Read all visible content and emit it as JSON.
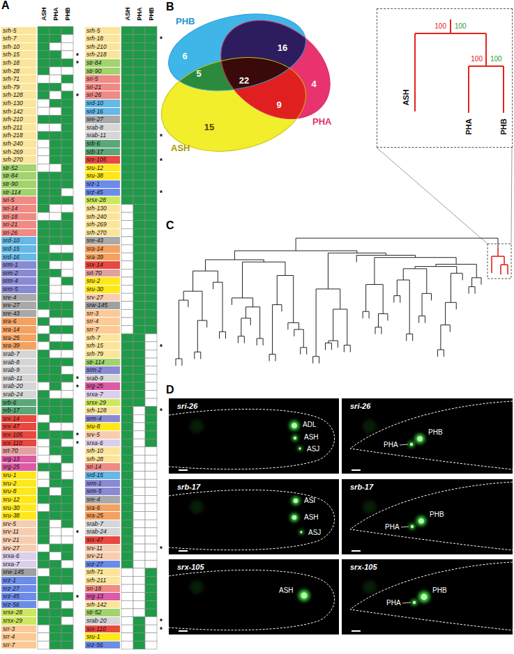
{
  "diagram": {
    "nodes": [
      {
        "text": [
          "PHB"
        ]
      },
      {
        "text": [
          "PHA"
        ]
      },
      {
        "text": [
          "ASH"
        ]
      },
      {
        "text": [
          "100",
          "100",
          "100",
          "100",
          "ASH",
          "PHA",
          "PHB"
        ]
      },
      {
        "text": [
          "sri-26",
          "ADL",
          "ASH",
          "ASJ"
        ]
      },
      {
        "text": [
          "sri-26",
          "PHA",
          "PHB"
        ]
      },
      {
        "text": [
          "srb-17",
          "ASI",
          "ASH",
          "ASJ"
        ]
      },
      {
        "text": [
          "srb-17",
          "PHA",
          "PHB"
        ]
      },
      {
        "text": [
          "srx-105",
          "ASH"
        ]
      },
      {
        "text": [
          "srx-105",
          "PHA",
          "PHB"
        ]
      }
    ],
    "labels": [
      "A",
      "ASH",
      "PHA",
      "PHB",
      "ASH",
      "PHA",
      "PHB",
      "srh-5",
      "srh-7",
      "srh-10",
      "srh-15",
      "srh-18",
      "srh-28",
      "srh-71",
      "srh-79",
      "srh-128",
      "srh-130",
      "srh-142",
      "srh-210",
      "srh-211",
      "srh-218",
      "srh-240",
      "srh-269",
      "srh-270",
      "str-52",
      "str-84",
      "str-90",
      "str-114",
      "sri-5",
      "sri-14",
      "sri-18",
      "sri-21",
      "sri-26",
      "srd-10",
      "srd-15",
      "srd-16",
      "srm-1",
      "srm-2",
      "srm-4",
      "srm-5",
      "sre-4",
      "sre-27",
      "sre-43",
      "sra-6",
      "sra-14",
      "sra-25",
      "sra-39",
      "srab-7",
      "srab-8",
      "srab-9",
      "srab-11",
      "srab-20",
      "srab-24",
      "srb-6",
      "srb-17",
      "srx-14",
      "srx-47",
      "srx-105",
      "srx-110",
      "srt-70",
      "srg-13",
      "srg-25",
      "sru-1",
      "sru-2",
      "sru-8",
      "sru-12",
      "sru-30",
      "sru-38",
      "srv-5",
      "srv-11",
      "srv-21",
      "srv-27",
      "srxa-6",
      "srxa-7",
      "srw-145",
      "srz-1",
      "srz-27",
      "srz-45",
      "srz-56",
      "srsx-28",
      "srsx-29",
      "srr-3",
      "srr-4",
      "srr-7",
      "srh-5",
      "srh-18",
      "srh-210",
      "srh-218",
      "str-84",
      "str-90",
      "sri-5",
      "sri-21",
      "sri-26",
      "srd-10",
      "srd-16",
      "sre-27",
      "srab-8",
      "srab-11",
      "srb-6",
      "srb-17",
      "srx-105",
      "sru-12",
      "sru-38",
      "srz-1",
      "srz-45",
      "srsx-28",
      "srh-130",
      "srh-240",
      "srh-269",
      "srh-270",
      "sre-43",
      "sra-14",
      "sra-39",
      "srx-14",
      "srt-70",
      "sru-2",
      "sru-30",
      "srv-27",
      "srw-145",
      "srr-3",
      "srr-4",
      "srr-7",
      "srh-7",
      "srh-15",
      "srh-79",
      "str-114",
      "srm-2",
      "srab-9",
      "srg-25",
      "srxa-7",
      "srsx-29",
      "srh-128",
      "srm-4",
      "sru-8",
      "srv-5",
      "srxa-6",
      "srh-10",
      "srh-28",
      "sri-14",
      "srd-15",
      "srm-1",
      "srm-5",
      "sre-4",
      "sra-6",
      "sra-25",
      "srab-7",
      "srab-24",
      "srx-47",
      "srv-11",
      "srv-21",
      "srz-27",
      "srh-71",
      "srh-211",
      "sri-18",
      "srg-13",
      "srh-142",
      "str-52",
      "srab-20",
      "srx-110",
      "sru-1",
      "srz-56",
      "*",
      "*",
      "*",
      "*",
      "*",
      "*",
      "*",
      "*",
      "*",
      "*",
      "*",
      "*",
      "*",
      "*",
      "*",
      "*",
      "*",
      "*",
      "B",
      "6",
      "16",
      "5",
      "22",
      "4",
      "9",
      "15",
      "C",
      "D"
    ]
  }
}
